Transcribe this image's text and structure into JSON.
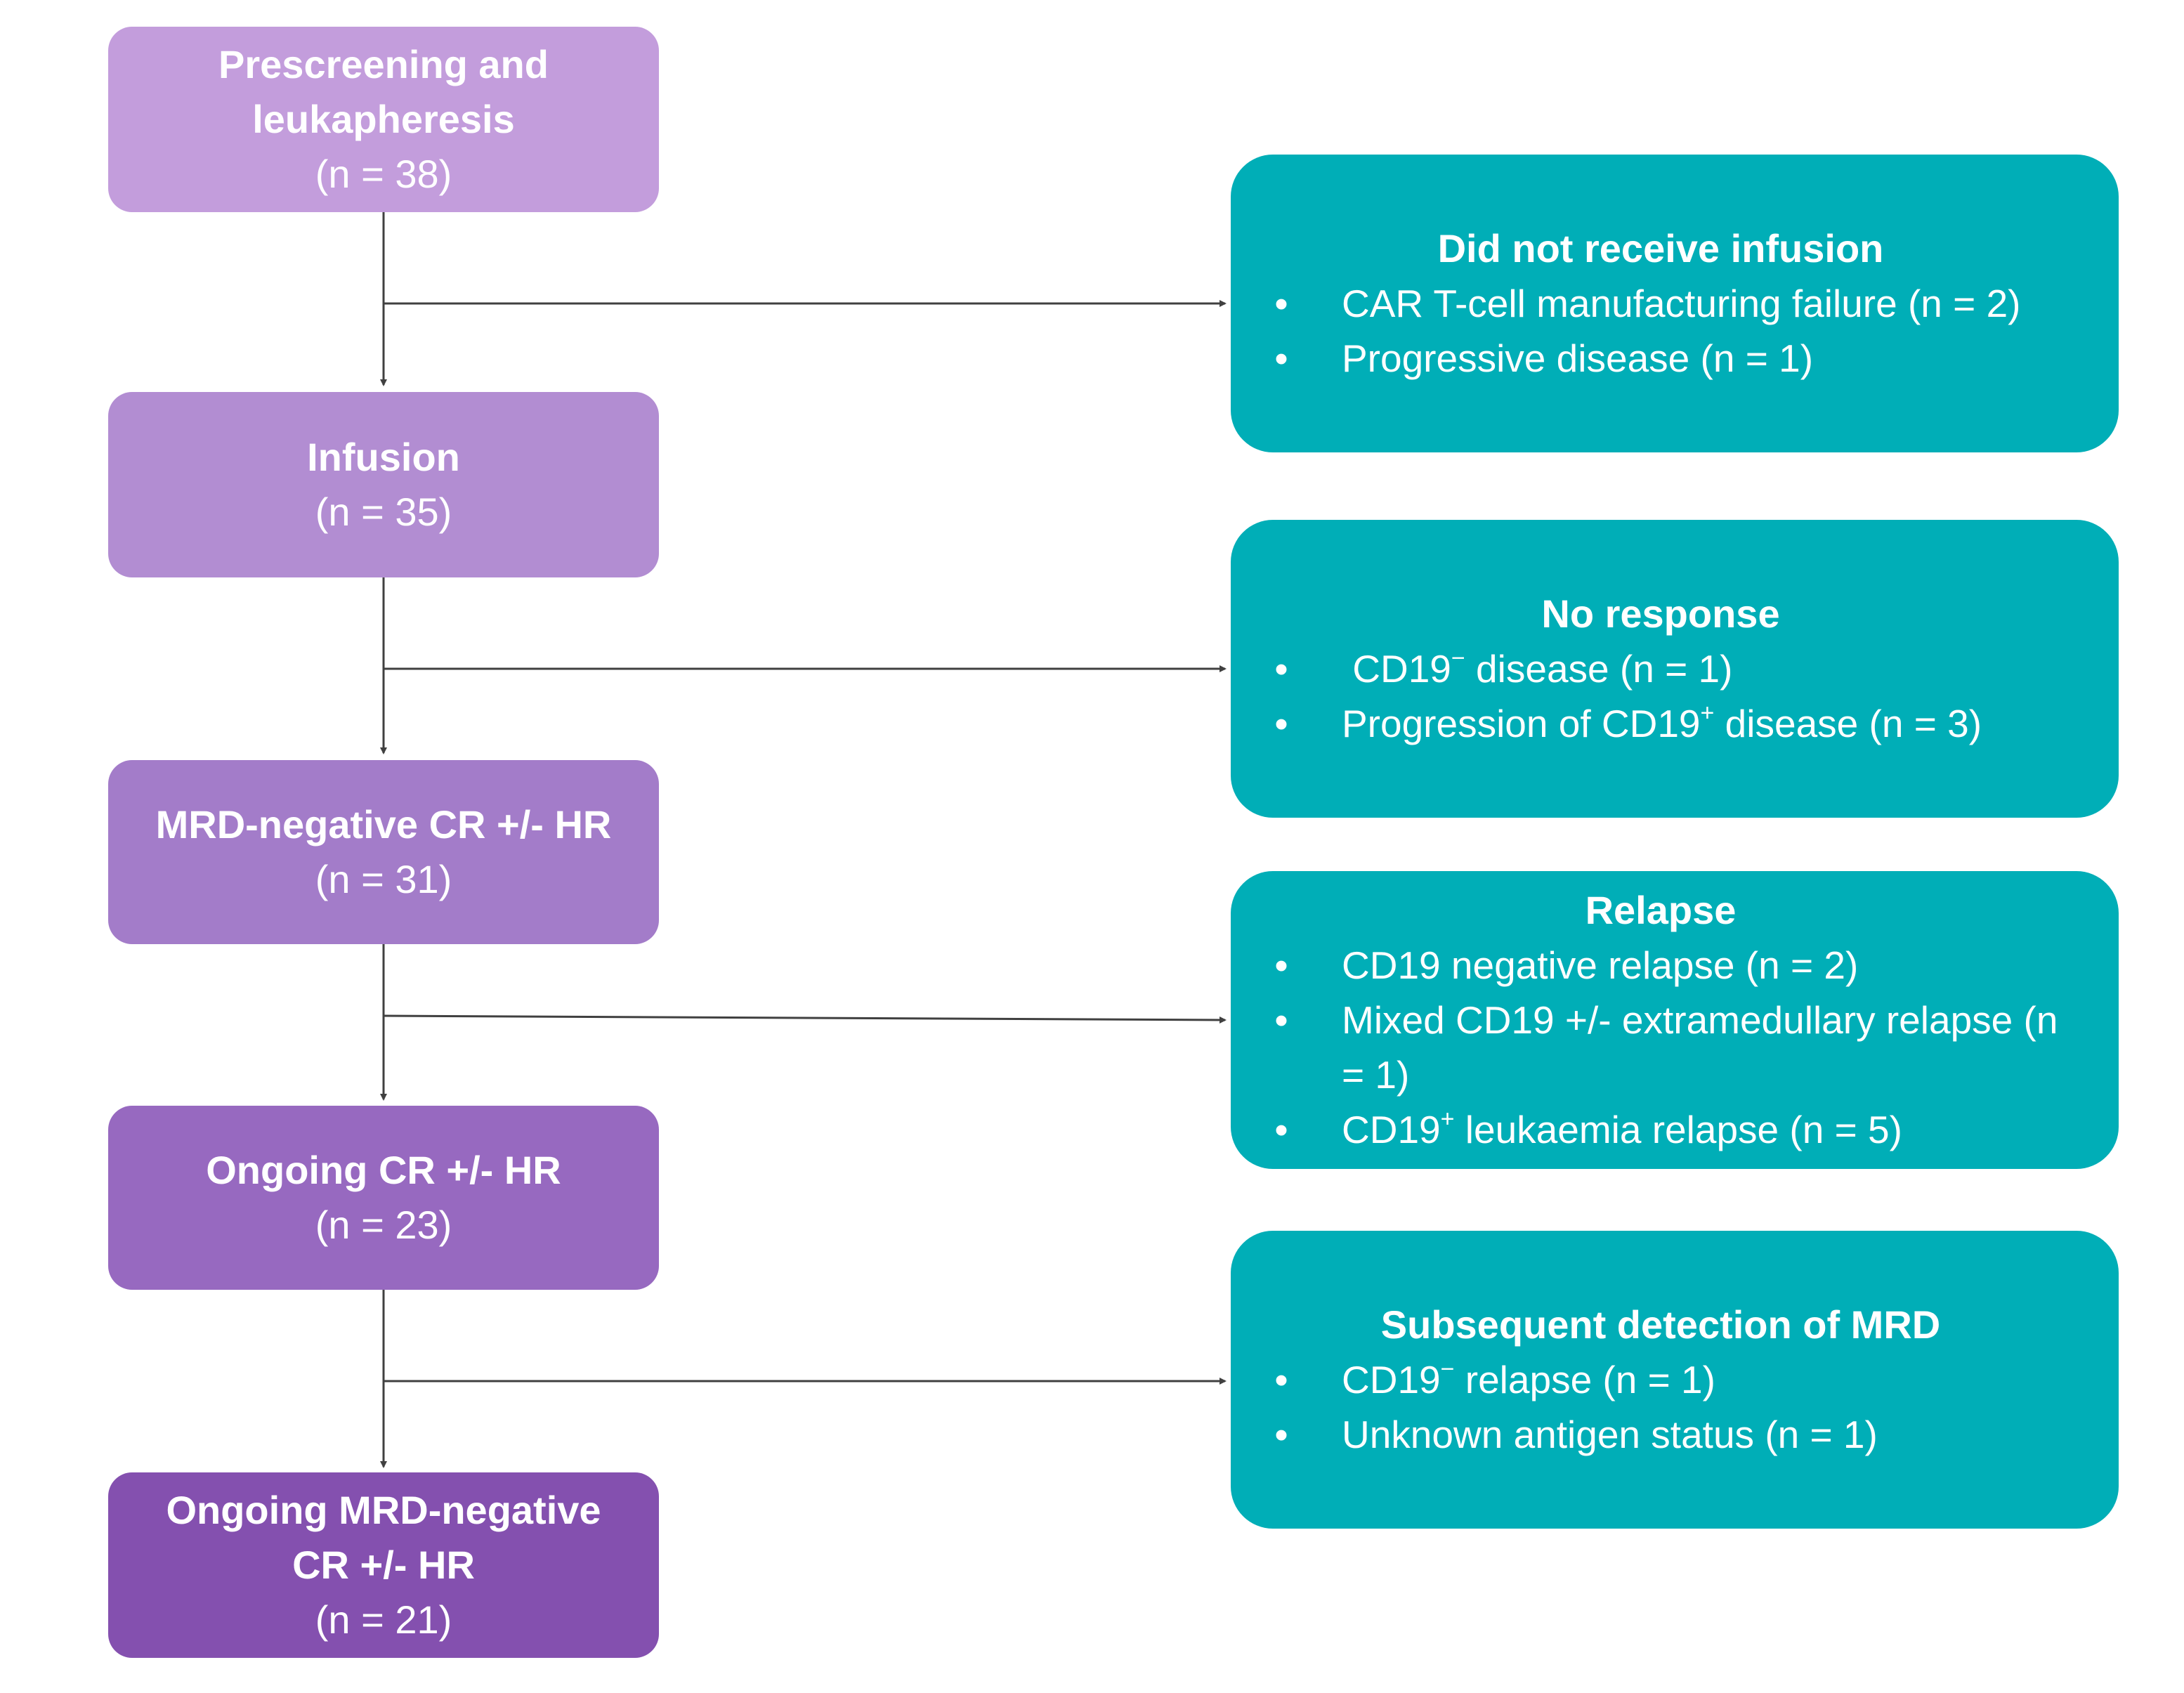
{
  "stages": [
    {
      "title": "Prescreening and leukapheresis",
      "count": "(n = 38)",
      "color": "#c39ddc"
    },
    {
      "title": "Infusion",
      "count": "(n = 35)",
      "color": "#b28dd2"
    },
    {
      "title": "MRD-negative CR +/- HR",
      "count": "(n = 31)",
      "color": "#a37cc9"
    },
    {
      "title": "Ongoing CR +/- HR",
      "count": "(n = 23)",
      "color": "#9769c0"
    },
    {
      "title": "Ongoing MRD-negative CR +/- HR",
      "count": "(n = 21)",
      "color": "#8450af"
    }
  ],
  "outcomes": [
    {
      "title": "Did not receive infusion",
      "items": [
        {
          "text": "CAR T-cell manufacturing failure (n = 2)"
        },
        {
          "text": "Progressive disease (n = 1)"
        }
      ]
    },
    {
      "title": "No response",
      "items": [
        {
          "pre": " CD19",
          "sup": "−",
          "post": " disease (n = 1)"
        },
        {
          "pre": "Progression of CD19",
          "sup": "+",
          "post": " disease (n = 3)"
        }
      ]
    },
    {
      "title": "Relapse",
      "items": [
        {
          "text": "CD19 negative relapse (n = 2)"
        },
        {
          "text": "Mixed CD19 +/- extramedullary relapse (n = 1)"
        },
        {
          "pre": "CD19",
          "sup": "+",
          "post": " leukaemia relapse (n = 5)"
        }
      ]
    },
    {
      "title": "Subsequent detection of MRD",
      "items": [
        {
          "pre": "CD19",
          "sup": "−",
          "post": " relapse (n = 1)"
        },
        {
          "text": "Unknown antigen status (n = 1)"
        }
      ]
    }
  ],
  "bullet_glyph": "•",
  "colors": {
    "outcome_box": "#00aeb7",
    "connector": "#404040"
  }
}
